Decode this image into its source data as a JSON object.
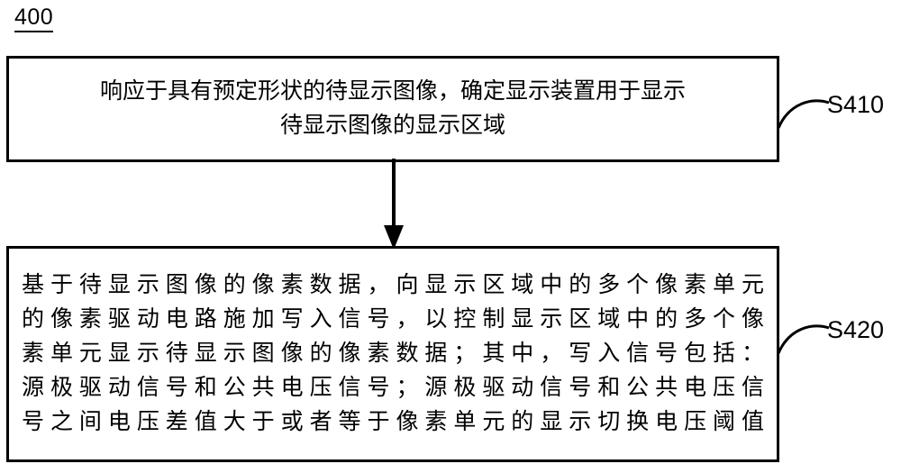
{
  "figure": {
    "number": "400",
    "type": "flowchart",
    "orientation": "vertical"
  },
  "steps": [
    {
      "id": "S410",
      "ref_label": "S410",
      "text_align": "center",
      "lines": [
        "响应于具有预定形状的待显示图像，确定显示装置用于显示",
        "待显示图像的显示区域"
      ],
      "full_text": "响应于具有预定形状的待显示图像，确定显示装置用于显示待显示图像的显示区域"
    },
    {
      "id": "S420",
      "ref_label": "S420",
      "text_align": "justify",
      "lines": [
        "基于待显示图像的像素数据，向显示区域中的多个像素单元",
        "的像素驱动电路施加写入信号，以控制显示区域中的多个像",
        "素单元显示待显示图像的像素数据；其中，写入信号包括：",
        "源极驱动信号和公共电压信号；源极驱动信号和公共电压信",
        "号之间电压差值大于或者等于像素单元的显示切换电压阈值"
      ],
      "full_text": "基于待显示图像的像素数据，向显示区域中的多个像素单元的像素驱动电路施加写入信号，以控制显示区域中的多个像素单元显示待显示图像的像素数据；其中，写入信号包括：源极驱动信号和公共电压信号；源极驱动信号和公共电压信号之间电压差值大于或者等于像素单元的显示切换电压阈值"
    }
  ],
  "connector": {
    "name": "down-arrow",
    "from": "S410",
    "to": "S420"
  },
  "colors": {
    "stroke": "#000000",
    "background": "#ffffff",
    "text": "#000000"
  }
}
